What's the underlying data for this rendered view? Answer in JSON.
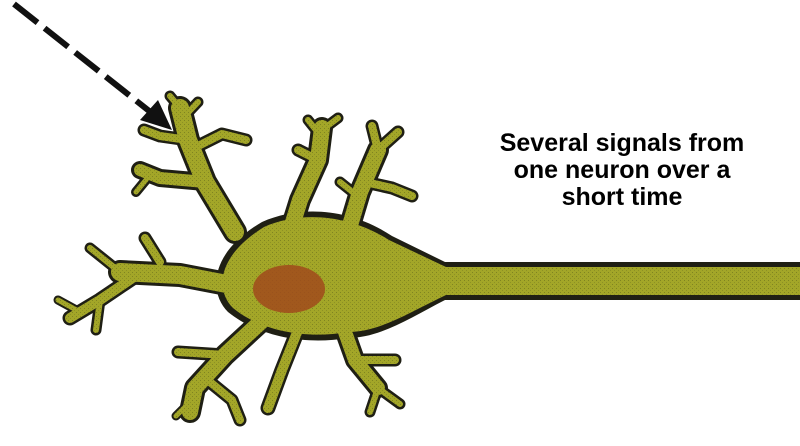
{
  "caption": {
    "lines": [
      "Several signals from",
      "one neuron over a",
      "short time"
    ]
  },
  "colors": {
    "background": "#ffffff",
    "cell_fill": "#a3a628",
    "cell_texture": "#7f8420",
    "cell_outline": "#1f1f14",
    "nucleus": "#a0471b",
    "arrow": "#111111",
    "text": "#000000"
  },
  "icons": {
    "neuron": "neuron-icon",
    "signal_arrow": "dashed-arrow-icon"
  }
}
